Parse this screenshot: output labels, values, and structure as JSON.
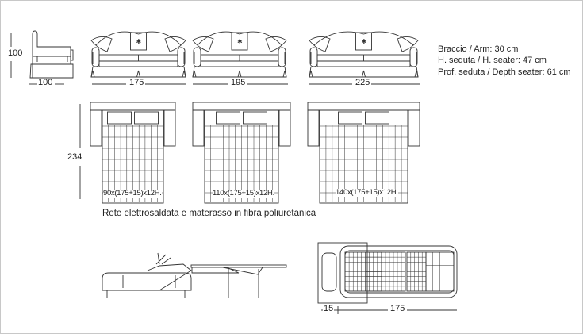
{
  "front_view": {
    "height_label": "100",
    "dimensions": [
      {
        "model": "side",
        "label": "100"
      },
      {
        "model": "sofa-2",
        "label": "175"
      },
      {
        "model": "sofa-3",
        "label": "195"
      },
      {
        "model": "sofa-3xl",
        "label": "225"
      }
    ]
  },
  "specs": [
    "Braccio / Arm: 30 cm",
    "H. seduta / H. seater: 47 cm",
    "Prof. seduta / Depth seater: 61 cm"
  ],
  "plan_view": {
    "depth_label": "234",
    "mattresses": [
      "90x(175+15)x12H.",
      "110x(175+15)x12H.",
      "140x(175+15)x12H."
    ],
    "caption": "Rete elettrosaldata e materasso in fibra poliuretanica"
  },
  "mechanism": {
    "dim_small": "15",
    "dim_large": "175"
  },
  "colors": {
    "line": "#333333",
    "frame": "#c8c8c8"
  }
}
